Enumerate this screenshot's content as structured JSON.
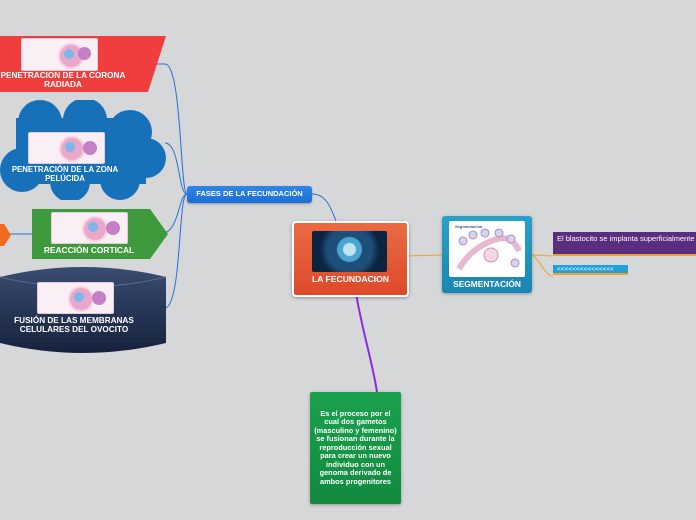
{
  "central": {
    "label": "LA FECUNDACION",
    "image_icon": "sperm-egg-image"
  },
  "fases": {
    "label": "FASES DE LA FECUNDACIÓN"
  },
  "phases": [
    {
      "label": "PENETRACION DE LA CORONA RADIADA",
      "shape": "banner",
      "color": "#f03d3d"
    },
    {
      "label": "PENETRACIÓN DE LA ZONA PELÚCIDA",
      "shape": "cloud",
      "color": "#1771b9"
    },
    {
      "label": "REACCIÓN CORTICAL",
      "shape": "arrow",
      "color": "#3f9a3e"
    },
    {
      "label": "FUSIÓN DE LAS MEMBRANAS CELULARES DEL OVOCITO",
      "shape": "cylinder",
      "color": "#1e2f52"
    }
  ],
  "segmentacion": {
    "label": "SEGMENTACIÓN",
    "image_icon": "segmentation-image",
    "image_title": "Segmentación"
  },
  "definition": {
    "text": "Es el proceso por el cual dos gametos (masculino y femenino) se fusionan durante la reproducción sexual para crear un nuevo individuo con un genoma derivado de ambos progenitores"
  },
  "blastocito": {
    "text": "El blastocito se implanta superficialmente en el endometrio"
  },
  "arrows_note": {
    "text": "<<<<<<<<<<<<<<<"
  },
  "colors": {
    "background": "#d6d7d9",
    "central": "#e05a33",
    "fases": "#1d6ed8",
    "segmentacion": "#1a86b3",
    "definition": "#128a3f",
    "blastocito": "#5a2e7e",
    "accent_underline": "#f5a022"
  }
}
